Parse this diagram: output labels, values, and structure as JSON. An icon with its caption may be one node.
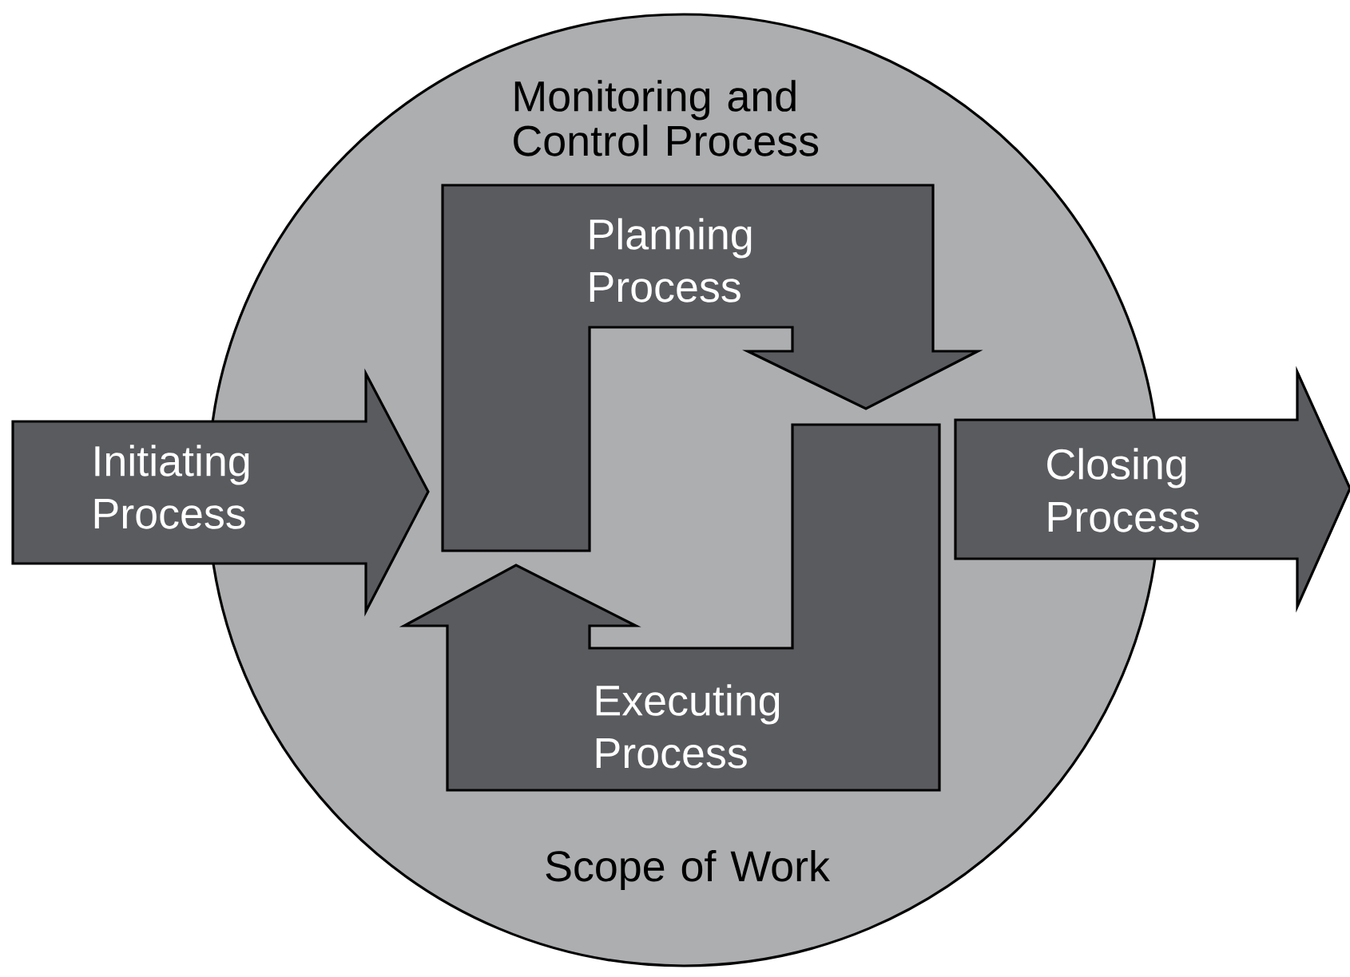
{
  "diagram": {
    "nodes": [
      {
        "text": [
          "Monitoring and Control Process",
          "Scope of Work"
        ]
      },
      {
        "text": [
          "Initiating Process"
        ]
      },
      {
        "text": [
          "Planning Process"
        ],
        "in": 0
      },
      {
        "text": [
          "Executing Process"
        ],
        "in": 0
      },
      {
        "text": [
          "Closing Process"
        ]
      }
    ]
  }
}
